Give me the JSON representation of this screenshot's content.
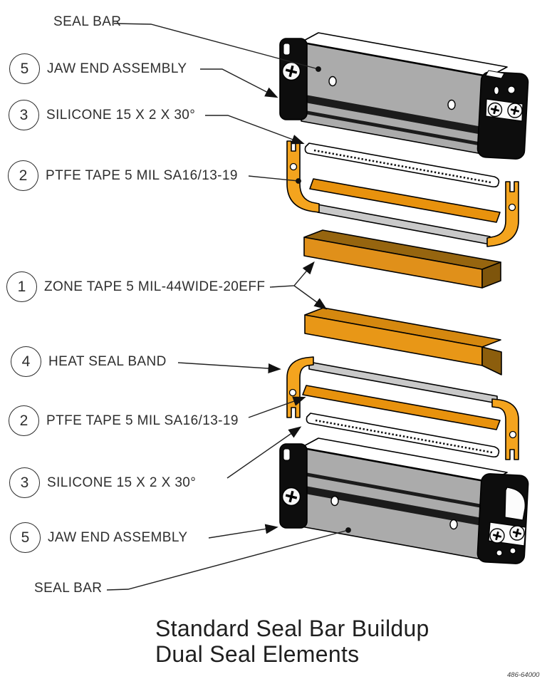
{
  "diagram": {
    "callouts": [
      {
        "balloon": "",
        "text": "SEAL BAR"
      },
      {
        "balloon": "5",
        "text": "JAW END ASSEMBLY"
      },
      {
        "balloon": "3",
        "text": "SILICONE 15 X 2 X 30°"
      },
      {
        "balloon": "2",
        "text": "PTFE TAPE 5 MIL SA16/13-19"
      },
      {
        "balloon": "1",
        "text": "ZONE TAPE 5 MIL-44WIDE-20EFF"
      },
      {
        "balloon": "4",
        "text": "HEAT SEAL BAND"
      },
      {
        "balloon": "2",
        "text": "PTFE TAPE 5 MIL SA16/13-19"
      },
      {
        "balloon": "3",
        "text": "SILICONE 15 X 2 X 30°"
      },
      {
        "balloon": "5",
        "text": "JAW END ASSEMBLY"
      },
      {
        "balloon": "",
        "text": "SEAL BAR"
      }
    ],
    "title": {
      "line1": "Standard Seal Bar Buildup",
      "line2": "Dual Seal Elements"
    },
    "part_number": "486-64000",
    "colors": {
      "bar_body": "#ababab",
      "bar_top_face": "#ffffff",
      "end_cap": "#0d0d0d",
      "groove": "#1b1b1b",
      "band_bracket": "#f4a41e",
      "band_strip": "#c9c9c9",
      "ptfe_tape": "#e8920d",
      "zone_tape_front": "#e0901a",
      "zone_tape_front2": "#e89717",
      "zone_tape_top": "#96650f",
      "zone_tape_top2": "#d5880f",
      "zone_tape_end": "#7e550c",
      "zone_tape_flap": "#8c5e0d",
      "silicone": "#ffffff",
      "line": "#222222"
    }
  }
}
